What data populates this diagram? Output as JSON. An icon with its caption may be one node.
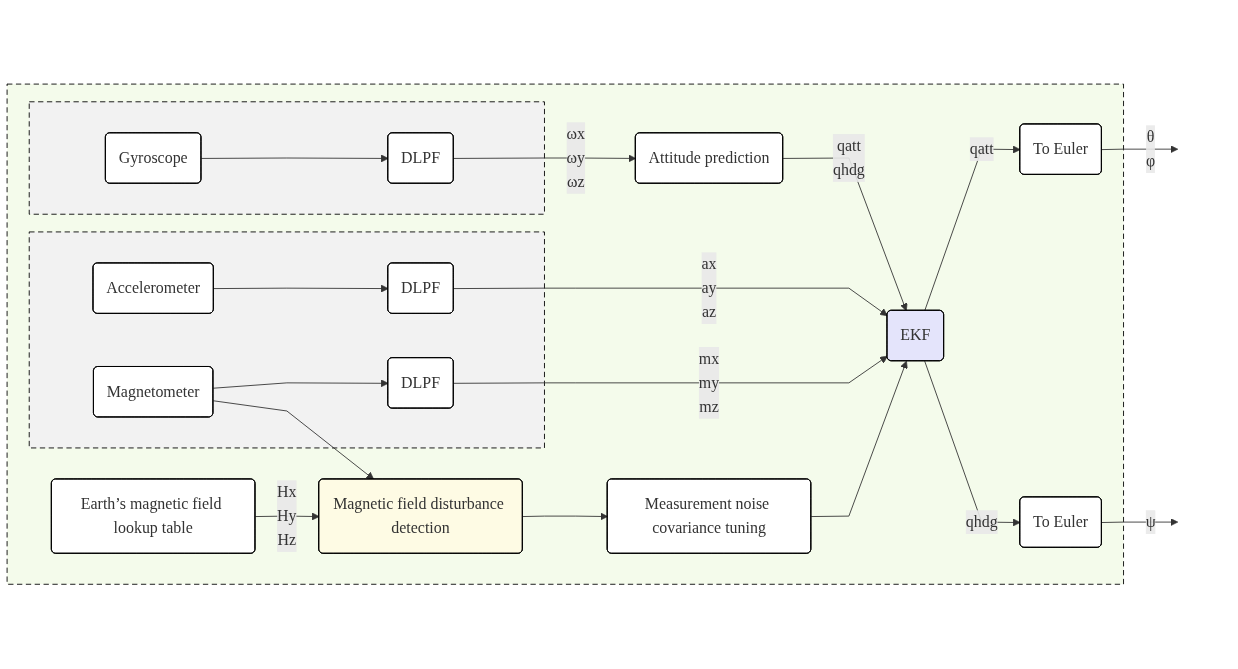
{
  "diagram": {
    "nodes": [
      {
        "text": [],
        "shape": "box"
      },
      {
        "text": [],
        "shape": "box",
        "in": 0
      },
      {
        "text": [
          "Gyroscope"
        ],
        "in": 1
      },
      {
        "text": [
          "DLPF"
        ],
        "in": 1
      },
      {
        "text": [
          "Attitude prediction"
        ],
        "in": 0
      },
      {
        "text": [],
        "shape": "box",
        "in": 0
      },
      {
        "text": [
          "Accelerometer"
        ],
        "in": 5
      },
      {
        "text": [
          "DLPF"
        ],
        "in": 5
      },
      {
        "text": [
          "Magnetometer"
        ],
        "in": 5
      },
      {
        "text": [
          "DLPF"
        ],
        "in": 5
      },
      {
        "text": [
          "EKF"
        ],
        "in": 0
      },
      {
        "text": [
          "To Euler"
        ],
        "in": 0
      },
      {
        "text": [
          "To Euler"
        ],
        "in": 0
      },
      {
        "text": [
          "Earth’s magnetic field lookup table"
        ],
        "in": 0
      },
      {
        "text": [
          "Magnetic field disturbance detection"
        ],
        "in": 0
      },
      {
        "text": [
          "Measurement noise covariance tuning"
        ],
        "in": 0
      }
    ],
    "edges": [
      {
        "from": 2,
        "to": 3,
        "arrow": "to"
      },
      {
        "from": 3,
        "to": 4,
        "arrow": "to",
        "label": "ωx ωy ωz"
      },
      {
        "from": 4,
        "to": 10,
        "arrow": "to",
        "label": "qatt qhdg"
      },
      {
        "from": 6,
        "to": 7,
        "arrow": "to"
      },
      {
        "from": 7,
        "to": 10,
        "arrow": "to",
        "label": "ax ay az"
      },
      {
        "from": 8,
        "to": 9,
        "arrow": "to"
      },
      {
        "from": 9,
        "to": 10,
        "arrow": "to",
        "label": "mx my mz"
      },
      {
        "from": 10,
        "to": 11,
        "arrow": "to",
        "label": "qatt"
      },
      {
        "from": 10,
        "to": 12,
        "arrow": "to",
        "label": "qhdg"
      },
      {
        "from": 11,
        "to": null,
        "arrow": "to",
        "label": "θ φ"
      },
      {
        "from": 12,
        "to": null,
        "arrow": "to",
        "label": "ψ"
      },
      {
        "from": 8,
        "to": 14,
        "arrow": "to"
      },
      {
        "from": 13,
        "to": 14,
        "arrow": "to",
        "label": "Hx Hy Hz"
      },
      {
        "from": 14,
        "to": 15,
        "arrow": "to"
      },
      {
        "from": 15,
        "to": 10,
        "arrow": "to"
      }
    ]
  }
}
